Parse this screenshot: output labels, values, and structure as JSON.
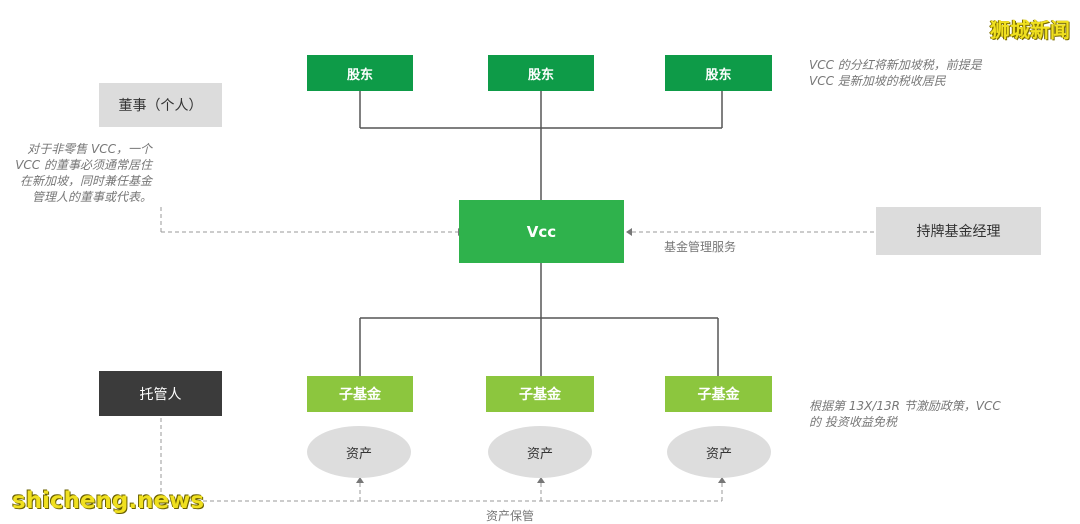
{
  "shareholders": [
    "股东",
    "股东",
    "股东"
  ],
  "director": "董事（个人）",
  "director_note": [
    "对于非零售 VCC，一个",
    "VCC 的董事必须通常居住",
    "在新加坡，同时兼任基金",
    "管理人的董事或代表。"
  ],
  "vcc": "Vcc",
  "fund_manager": "持牌基金经理",
  "fund_mgmt_service": "基金管理服务",
  "dividend_note": [
    "VCC 的分红将新加坡税，前提是",
    "VCC 是新加坡的税收居民"
  ],
  "custodian": "托管人",
  "sub_funds": [
    "子基金",
    "子基金",
    "子基金"
  ],
  "assets": [
    "资产",
    "资产",
    "资产"
  ],
  "incentive_note": [
    "根据第 13X/13R 节激励政策，VCC",
    "的 投资收益免税"
  ],
  "asset_custody": "资产保管",
  "watermark_top": "狮城新闻",
  "watermark_bottom": "shicheng.news",
  "colors": {
    "shareholder": "#0e9b48",
    "vcc": "#2fb24c",
    "sub_fund": "#8cc63e",
    "grey": "#dcdcdc",
    "custodian": "#3b3b3b"
  }
}
